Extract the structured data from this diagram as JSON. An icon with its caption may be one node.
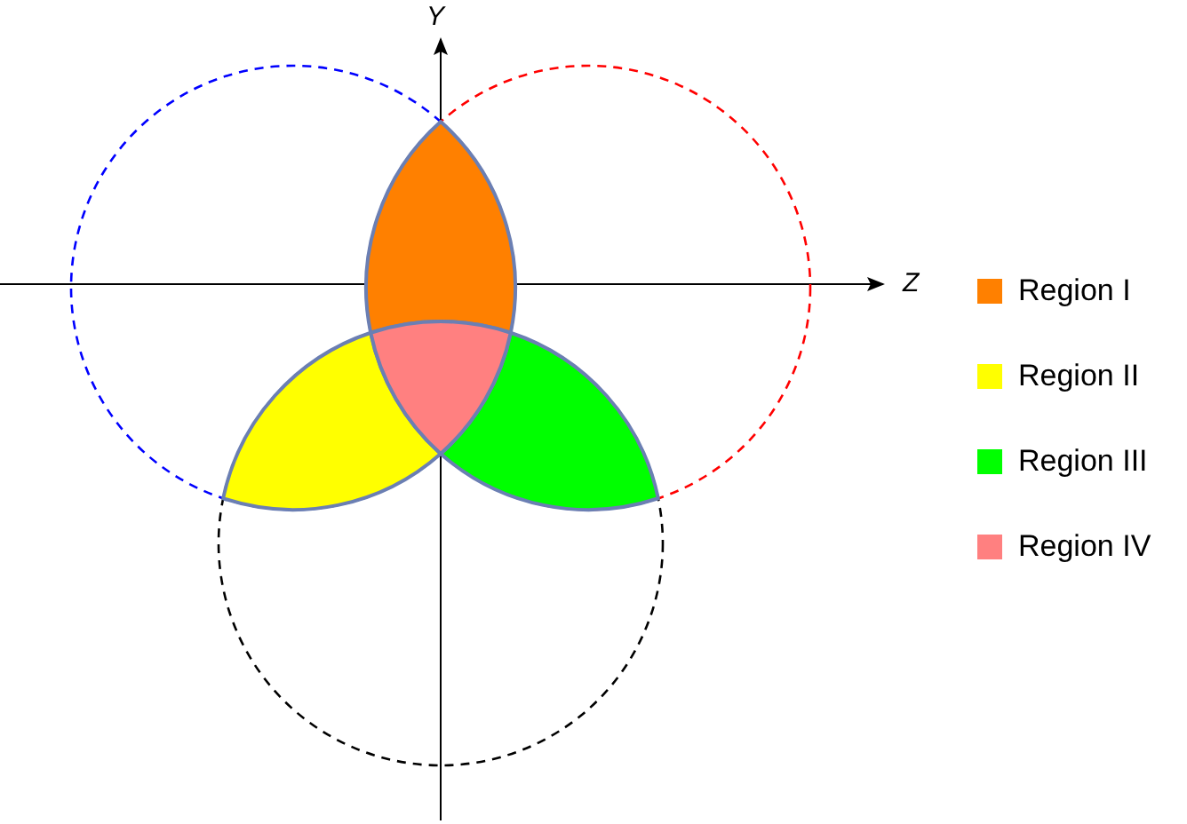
{
  "diagram": {
    "labels": [
      "Y",
      "Z"
    ],
    "legend": [
      {
        "text": "Region I",
        "color": "#ff8000"
      },
      {
        "text": "Region II",
        "color": "#ffff00"
      },
      {
        "text": "Region III",
        "color": "#00ff00"
      },
      {
        "text": "Region IV",
        "color": "#ff8080"
      }
    ]
  }
}
